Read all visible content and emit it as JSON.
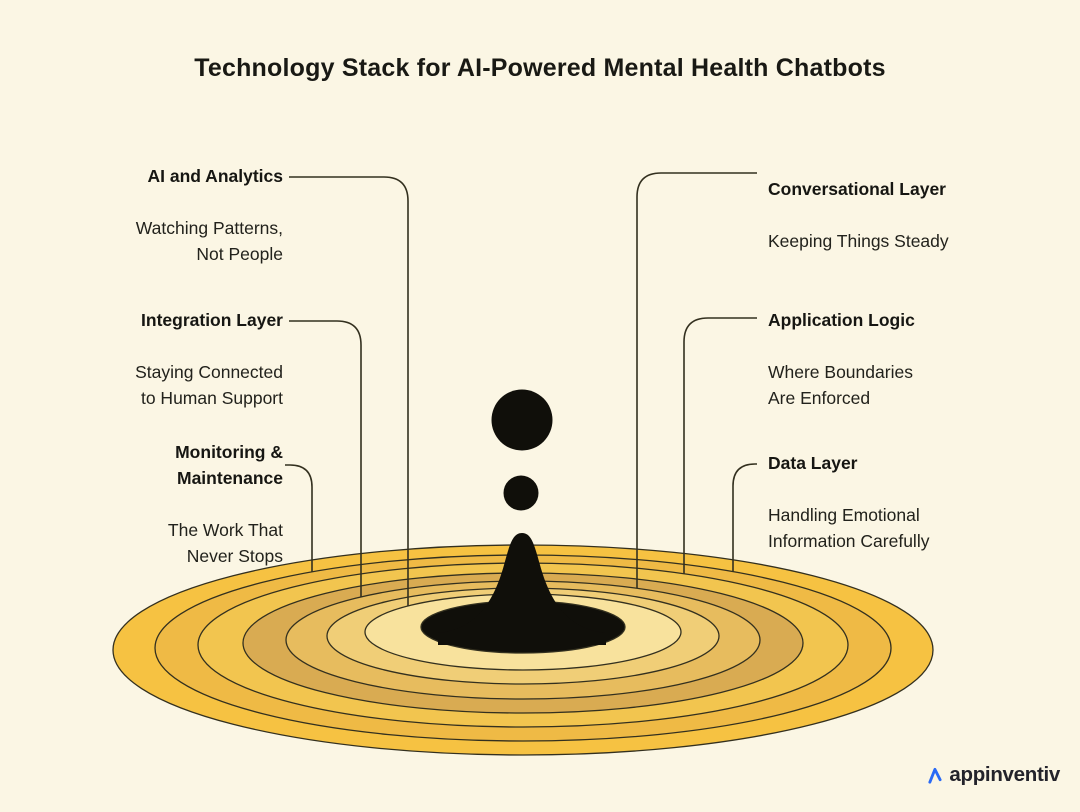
{
  "title": "Technology Stack for AI-Powered Mental Health Chatbots",
  "labels": {
    "left": [
      {
        "heading": "AI and Analytics",
        "description": "Watching Patterns,\nNot People"
      },
      {
        "heading": "Integration Layer",
        "description": "Staying Connected\nto Human Support"
      },
      {
        "heading": "Monitoring &\nMaintenance",
        "description": "The Work That\nNever Stops"
      }
    ],
    "right": [
      {
        "heading": "Conversational Layer",
        "description": "Keeping Things Steady"
      },
      {
        "heading": "Application Logic",
        "description": "Where Boundaries\nAre Enforced"
      },
      {
        "heading": "Data Layer",
        "description": "Handling Emotional\nInformation Carefully"
      }
    ]
  },
  "illustration": {
    "name": "water-drop-ripple",
    "ripple_colors_outer_to_inner": [
      "#F6C242",
      "#EFBA45",
      "#F2C54F",
      "#D9AB52",
      "#E7BC5E",
      "#F0CE77",
      "#F8E29D"
    ],
    "ink_color": "#100F0A",
    "outline_color": "#33301F"
  },
  "logo": {
    "brand": "appinventiv",
    "accent_color": "#2A6AF5",
    "text_color": "#23232B"
  },
  "colors": {
    "background": "#FBF6E4",
    "title_text": "#191914",
    "body_text": "#22221C",
    "connector_line": "#33301F"
  }
}
